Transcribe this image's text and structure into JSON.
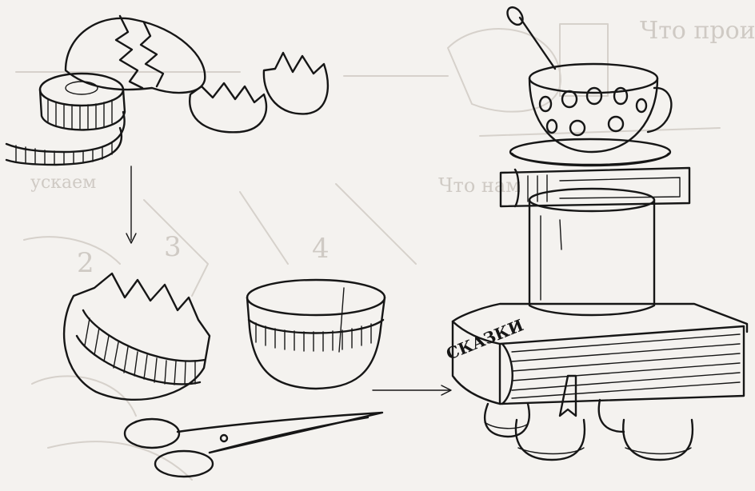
{
  "background_text": {
    "top_right": "Что прои",
    "middle_center": "Что нам",
    "middle_left": "ускаем",
    "step_2": "2",
    "step_3": "3",
    "step_4": "4"
  },
  "book_spine_label": "СКАЗКИ",
  "colors": {
    "paper": "#f4f2ef",
    "ink": "#161616",
    "ghost": "#cfcac4"
  }
}
